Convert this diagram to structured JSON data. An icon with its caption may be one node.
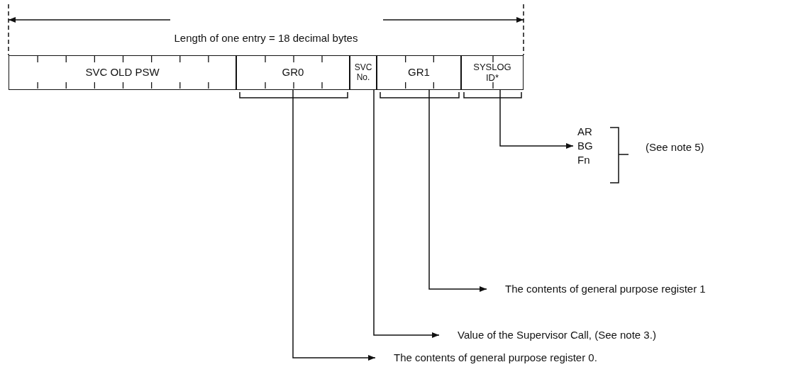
{
  "diagram": {
    "nodes": [
      {
        "text": [
          "SVC OLD PSW"
        ]
      },
      {
        "text": [
          "GR0"
        ]
      },
      {
        "text": [
          "SVC No."
        ]
      },
      {
        "text": [
          "GR1"
        ]
      },
      {
        "text": [
          "SYSLOG ID*"
        ]
      },
      {
        "text": [
          "AR",
          "BG",
          "Fn"
        ]
      },
      {
        "text": [
          "The contents of general purpose register 1"
        ]
      },
      {
        "text": [
          "Value of the Supervisor Call, (See note 3.)"
        ]
      },
      {
        "text": [
          "The contents of general purpose register 0."
        ]
      }
    ],
    "edges": [
      {
        "from": 4,
        "to": 5,
        "arrow": "to"
      },
      {
        "from": 3,
        "to": 6,
        "arrow": "to"
      },
      {
        "from": 2,
        "to": 7,
        "arrow": "to"
      },
      {
        "from": 1,
        "to": 8,
        "arrow": "to"
      }
    ],
    "labels": [
      "Length of one entry = 18 decimal bytes",
      "(See note 5)"
    ]
  }
}
